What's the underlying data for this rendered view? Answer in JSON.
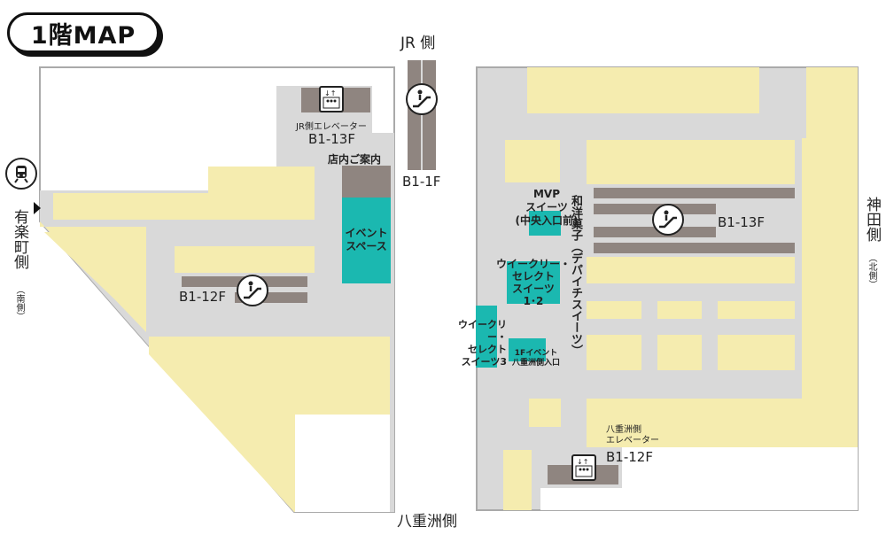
{
  "title": "1階MAP",
  "directions": {
    "jr_side": "JR 側",
    "yurakucho_side": "有楽町側",
    "yurakucho_sub": "（南側）",
    "kanda_side": "神田側",
    "kanda_sub": "（北側）",
    "yaesu_side": "八重洲側"
  },
  "west_block": {
    "jr_elevator_label": "JR側エレベーター",
    "jr_elevator_floors": "B1-13F",
    "info_label": "店内ご案内",
    "event_space_label": "イベント\nスペース",
    "escalator_floors": "B1-12F"
  },
  "jr_escalator": {
    "floors": "B1-1F"
  },
  "east_block": {
    "mvp_suites": "MVP\nスイーツ\n(中央入口前)",
    "wagashi_label": "和洋菓子（デパイチスイーツ）",
    "weekly_select_12": "ウイークリー・\nセレクト\nスイーツ\n1･2",
    "weekly_select_3": "ウイークリー・\nセレクト\nスイーツ3",
    "event_entrance": "1Fイベント\n八重洲側入口",
    "escalator_floors": "B1-13F",
    "yaesu_elevator_label": "八重洲側\nエレベーター",
    "yaesu_elevator_floors": "B1-12F"
  },
  "colors": {
    "corridor": "#d9d9d9",
    "shop": "#f5ecaf",
    "event": "#1bb8b0",
    "counter": "#8f8580",
    "outline": "#aaaaaa"
  }
}
